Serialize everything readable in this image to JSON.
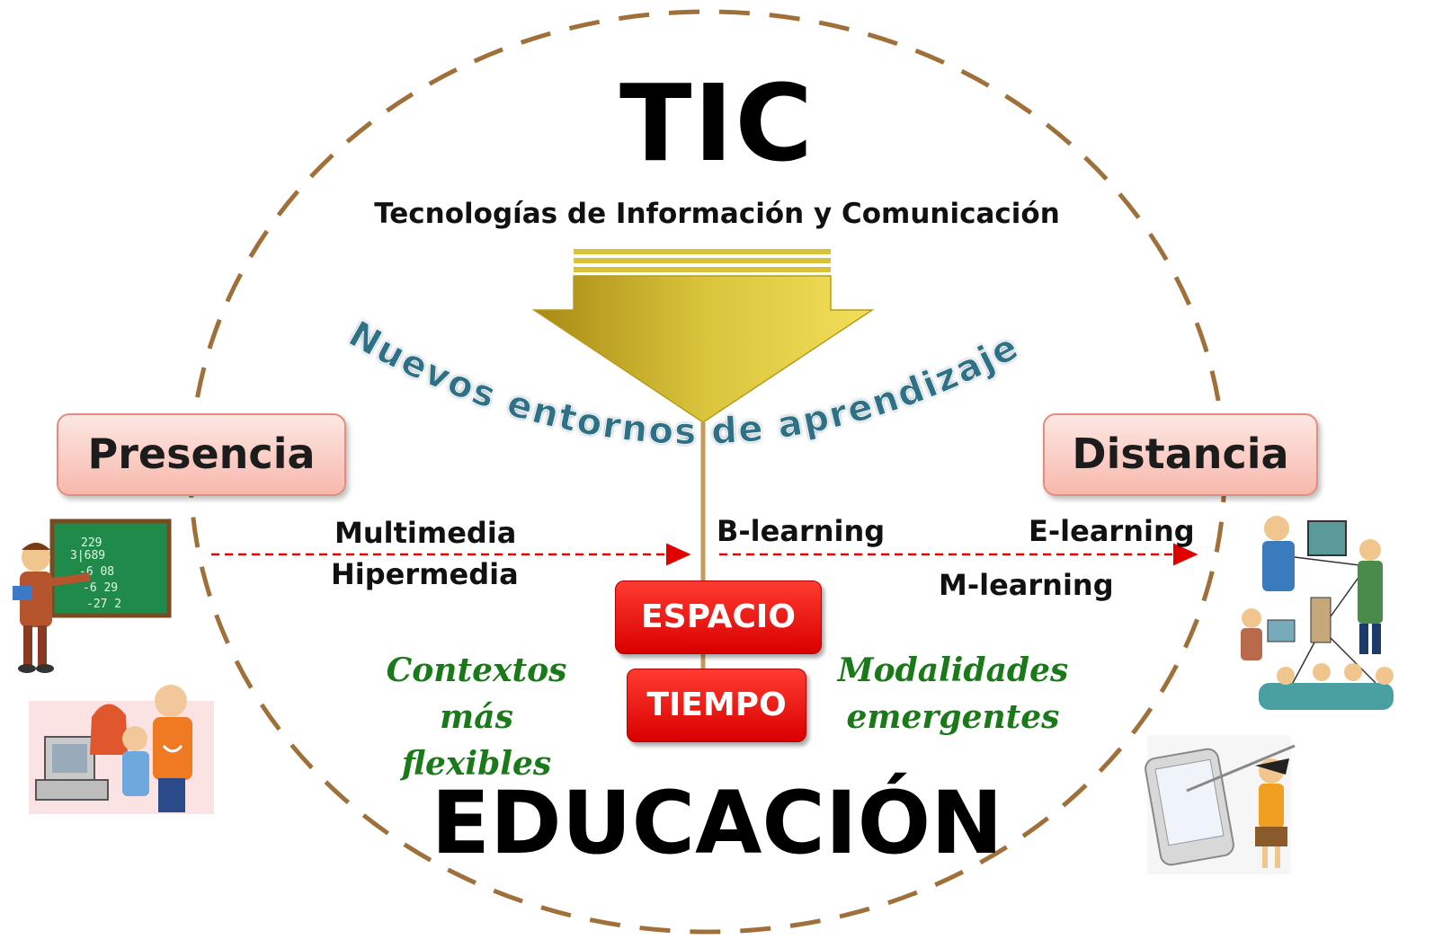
{
  "title": "TIC",
  "subtitle": "Tecnologías de Información y Comunicación",
  "arc_text": "Nuevos entornos de aprendizaje",
  "bottom_title": "EDUCACIÓN",
  "left_box": "Presencia",
  "right_box": "Distancia",
  "left_labels": [
    "Multimedia",
    "Hipermedia"
  ],
  "center_label": "B-learning",
  "right_labels": [
    "E-learning",
    "M-learning"
  ],
  "red_boxes": [
    "ESPACIO",
    "TIEMPO"
  ],
  "left_note": [
    "Contextos",
    "más flexibles"
  ],
  "right_note": [
    "Modalidades",
    "emergentes"
  ],
  "colors": {
    "circle": "#a0703a",
    "arrow_gold": "#d8c23a",
    "arc_text": "#2f6f85",
    "red_box": "#e60000",
    "note_green": "#1a7a1a",
    "dashed_arrow": "#e00000"
  },
  "icons": [
    "teacher-blackboard-icon",
    "students-computer-icon",
    "business-network-icon",
    "tablet-user-icon"
  ]
}
